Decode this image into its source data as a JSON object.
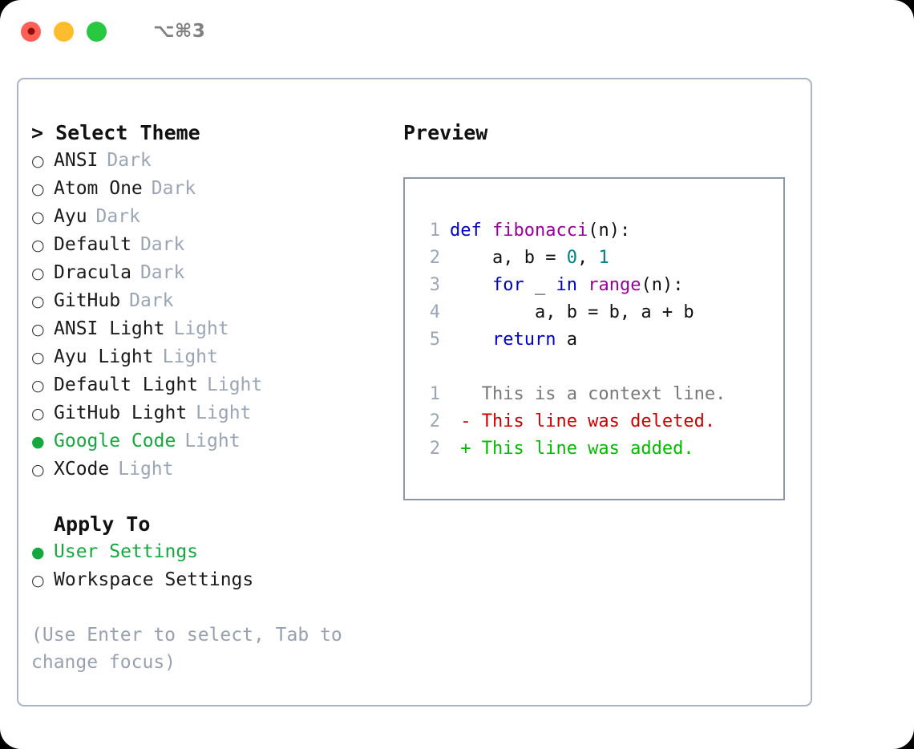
{
  "titlebar": {
    "shortcut": "⌥⌘3",
    "buttons": [
      {
        "name": "close",
        "color": "#ff5f57"
      },
      {
        "name": "minimize",
        "color": "#ffbd2e"
      },
      {
        "name": "maximize",
        "color": "#28c840"
      }
    ]
  },
  "theme_picker": {
    "header": "> Select Theme",
    "items": [
      {
        "marker": "○",
        "name": "ANSI",
        "category": "Dark",
        "selected": false
      },
      {
        "marker": "○",
        "name": "Atom One",
        "category": "Dark",
        "selected": false
      },
      {
        "marker": "○",
        "name": "Ayu",
        "category": "Dark",
        "selected": false
      },
      {
        "marker": "○",
        "name": "Default",
        "category": "Dark",
        "selected": false
      },
      {
        "marker": "○",
        "name": "Dracula",
        "category": "Dark",
        "selected": false
      },
      {
        "marker": "○",
        "name": "GitHub",
        "category": "Dark",
        "selected": false
      },
      {
        "marker": "○",
        "name": "ANSI Light",
        "category": "Light",
        "selected": false
      },
      {
        "marker": "○",
        "name": "Ayu Light",
        "category": "Light",
        "selected": false
      },
      {
        "marker": "○",
        "name": "Default Light",
        "category": "Light",
        "selected": false
      },
      {
        "marker": "○",
        "name": "GitHub Light",
        "category": "Light",
        "selected": false
      },
      {
        "marker": "●",
        "name": "Google Code",
        "category": "Light",
        "selected": true
      },
      {
        "marker": "○",
        "name": "XCode",
        "category": "Light",
        "selected": false
      }
    ]
  },
  "apply_to": {
    "header": "Apply To",
    "items": [
      {
        "marker": "●",
        "name": "User Settings",
        "selected": true
      },
      {
        "marker": "○",
        "name": "Workspace Settings",
        "selected": false
      }
    ]
  },
  "hint": "(Use Enter to select, Tab to\nchange focus)",
  "preview": {
    "title": "Preview",
    "code_lines": [
      {
        "num": "1",
        "tokens": [
          {
            "t": "def ",
            "c": "kw"
          },
          {
            "t": "fibonacci",
            "c": "fn"
          },
          {
            "t": "(n):",
            "c": "txt"
          }
        ]
      },
      {
        "num": "2",
        "tokens": [
          {
            "t": "    a, b = ",
            "c": "txt"
          },
          {
            "t": "0",
            "c": "num"
          },
          {
            "t": ", ",
            "c": "txt"
          },
          {
            "t": "1",
            "c": "num"
          }
        ]
      },
      {
        "num": "3",
        "tokens": [
          {
            "t": "    ",
            "c": "txt"
          },
          {
            "t": "for",
            "c": "kw"
          },
          {
            "t": " _ ",
            "c": "txt"
          },
          {
            "t": "in",
            "c": "kw"
          },
          {
            "t": " ",
            "c": "txt"
          },
          {
            "t": "range",
            "c": "fn"
          },
          {
            "t": "(n):",
            "c": "txt"
          }
        ]
      },
      {
        "num": "4",
        "tokens": [
          {
            "t": "        a, b = b, a + b",
            "c": "txt"
          }
        ]
      },
      {
        "num": "5",
        "tokens": [
          {
            "t": "    ",
            "c": "txt"
          },
          {
            "t": "return",
            "c": "kw"
          },
          {
            "t": " a",
            "c": "txt"
          }
        ]
      }
    ],
    "diff_lines": [
      {
        "num": "1",
        "tokens": [
          {
            "t": "   This is a context line.",
            "c": "ctx"
          }
        ]
      },
      {
        "num": "2",
        "tokens": [
          {
            "t": " - This line was deleted.",
            "c": "del"
          }
        ]
      },
      {
        "num": "2",
        "tokens": [
          {
            "t": " + This line was added.",
            "c": "add"
          }
        ]
      }
    ]
  },
  "colors": {
    "selection_green": "#15a83e",
    "muted_gray": "#9aa5b5",
    "hint_gray": "#97a1b0",
    "card_border": "#a9b4c4",
    "preview_border": "#8b97ab",
    "keyword_blue": "#0000cc",
    "function_purple": "#990099",
    "number_teal": "#008080",
    "diff_deleted_red": "#cc0000",
    "diff_added_green": "#00bb00",
    "window_background": "#ffffff",
    "page_background": "#000000"
  }
}
